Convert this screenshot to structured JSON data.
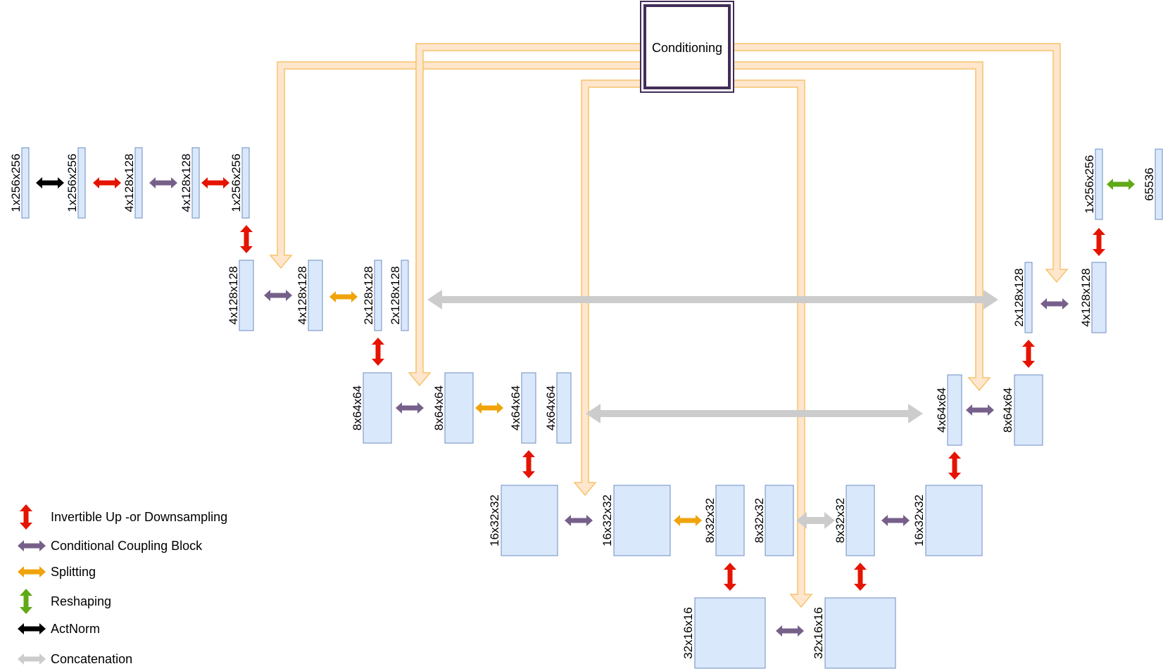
{
  "conditioning": {
    "label": "Conditioning"
  },
  "colors": {
    "tensor_fill": "#dae8fc",
    "tensor_stroke": "#6c8ebf",
    "invertible_sampling": "#e51400",
    "coupling": "#76608a",
    "splitting": "#f0a30a",
    "reshaping": "#60a917",
    "actnorm": "#000000",
    "concatenation": "#cccccc",
    "conditioning_pipe_fill": "#ffe6cc",
    "conditioning_pipe_stroke": "#f5c36b",
    "conditioning_box_stroke": "#432d57"
  },
  "tensors": {
    "t1": "1x256x256",
    "t2": "1x256x256",
    "t3": "4x128x128",
    "t4": "4x128x128",
    "t5": "1x256x256",
    "t6": "4x128x128",
    "t7": "4x128x128",
    "t8": "2x128x128",
    "t9": "2x128x128",
    "t10": "8x64x64",
    "t11": "8x64x64",
    "t12": "4x64x64",
    "t13": "4x64x64",
    "t14": "16x32x32",
    "t15": "16x32x32",
    "t16": "8x32x32",
    "t17": "8x32x32",
    "t18": "32x16x16",
    "t19": "32x16x16",
    "t20": "8x32x32",
    "t21": "16x32x32",
    "t22": "4x64x64",
    "t23": "8x64x64",
    "t24": "2x128x128",
    "t25": "4x128x128",
    "t26": "1x256x256",
    "t27": "65536"
  },
  "legend": [
    {
      "kind": "sampling",
      "label": "Invertible Up -or Downsampling"
    },
    {
      "kind": "coupling",
      "label": "Conditional Coupling Block"
    },
    {
      "kind": "splitting",
      "label": "Splitting"
    },
    {
      "kind": "reshaping",
      "label": "Reshaping"
    },
    {
      "kind": "actnorm",
      "label": "ActNorm"
    },
    {
      "kind": "concatenation",
      "label": "Concatenation"
    }
  ]
}
